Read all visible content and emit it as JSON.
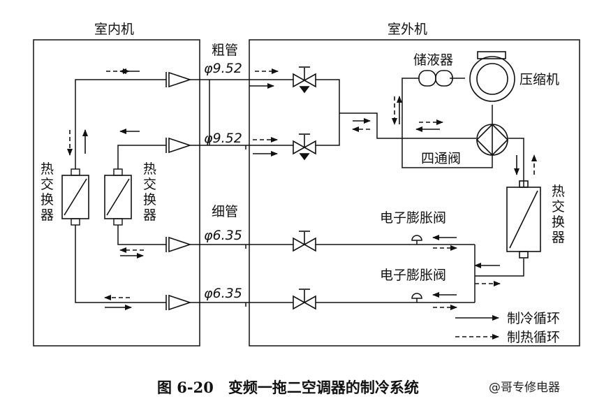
{
  "indoor_unit": {
    "title": "室内机"
  },
  "outdoor_unit": {
    "title": "室外机"
  },
  "pipes": {
    "thick_label": "粗管",
    "thick_dim_1": "φ9.52",
    "thick_dim_2": "φ9.52",
    "thin_label": "细管",
    "thin_dim_1": "φ6.35",
    "thin_dim_2": "φ6.35"
  },
  "components": {
    "accumulator": "储液器",
    "compressor": "压缩机",
    "four_way_valve": "四通阀",
    "heat_exchanger_indoor_1": "热交换器",
    "heat_exchanger_indoor_2": "热交换器",
    "heat_exchanger_outdoor": "热交换器",
    "expansion_valve_1": "电子膨胀阀",
    "expansion_valve_2": "电子膨胀阀"
  },
  "legend": {
    "cooling": "制冷循环",
    "heating": "制热循环"
  },
  "caption": "图 6-20　变频一拖二空调器的制冷系统",
  "watermark": "@哥专修电器",
  "colors": {
    "line": "#111111",
    "background": "#ffffff"
  }
}
